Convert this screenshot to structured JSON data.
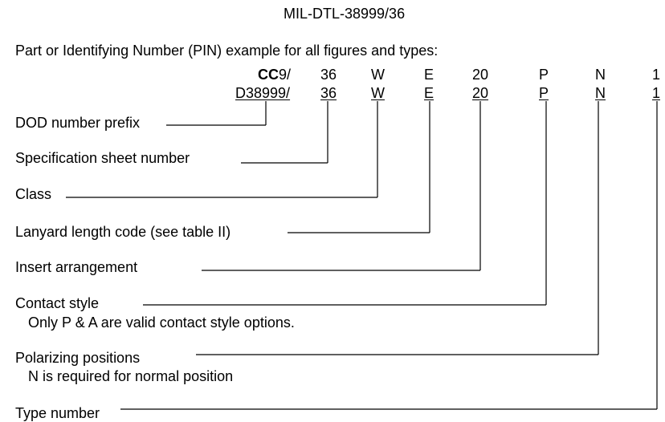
{
  "header": {
    "title": "MIL-DTL-38999/36"
  },
  "intro": "Part or Identifying Number (PIN) example for all figures and types:",
  "example_row": {
    "prefix_bold": "CC",
    "prefix_rest": "9/",
    "spec": "36",
    "class": "W",
    "lanyard": "E",
    "insert": "20",
    "contact": "P",
    "polarizing": "N",
    "type": "1"
  },
  "pin_row": {
    "prefix": "D38999/",
    "spec": "36",
    "class": "W",
    "lanyard": "E",
    "insert": "20",
    "contact": "P",
    "polarizing": "N",
    "type": "1"
  },
  "labels": {
    "dod_prefix": "DOD number prefix",
    "spec_sheet": "Specification sheet number",
    "class": "Class",
    "lanyard": "Lanyard length code (see table II)",
    "insert": "Insert arrangement",
    "contact": "Contact style",
    "contact_note": "Only P & A are valid contact style options.",
    "polarizing": "Polarizing positions",
    "polarizing_note": "N is required for normal position",
    "type": "Type number"
  }
}
